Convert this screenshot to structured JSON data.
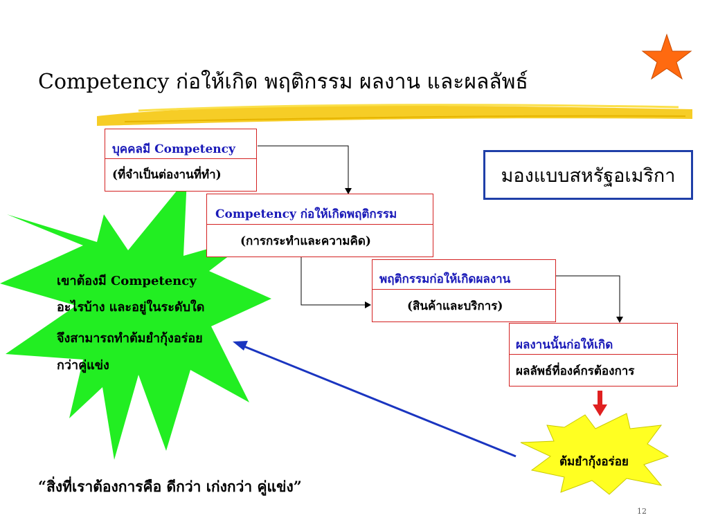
{
  "slide": {
    "title": "Competency ก่อให้เกิด พฤติกรรม ผลงาน และผลลัพธ์",
    "page_number": "12",
    "usa_label": "มองแบบสหรัฐอเมริกา",
    "quote": "“สิ่งที่เราต้องการคือ ดีกว่า เก่งกว่า คู่แข่ง”"
  },
  "flow": {
    "box1": {
      "head": "บุคคลมี Competency",
      "sub": "(ที่จำเป็นต่องานที่ทำ)"
    },
    "box2": {
      "head": "Competency ก่อให้เกิดพฤติกรรม",
      "sub": "(การกระทำและความคิด)"
    },
    "box3": {
      "head": "พฤติกรรมก่อให้เกิดผลงาน",
      "sub": "(สินค้าและบริการ)"
    },
    "box4": {
      "head": "ผลงานนั้นก่อให้เกิด",
      "sub": "ผลลัพธ์ที่องค์กรต้องการ"
    }
  },
  "green_burst": {
    "lines": [
      "เขาต้องมี Competency",
      "อะไรบ้าง และอยู่ในระดับใด",
      "จึงสามารถทำต้มยำกุ้งอร่อย",
      "กว่าคู่แข่ง"
    ]
  },
  "yellow_burst": {
    "label": "ต้มยำกุ้งอร่อย"
  },
  "colors": {
    "box_border": "#d32020",
    "heading_text": "#1a1ab8",
    "usa_border": "#1f3fa8",
    "green_burst": "#22ee22",
    "yellow_burst": "#ffff22",
    "star": "#ff6a10",
    "highlight_stroke": "#f5c400",
    "down_arrow": "#e02020",
    "feedback_arrow": "#1a35c0"
  }
}
